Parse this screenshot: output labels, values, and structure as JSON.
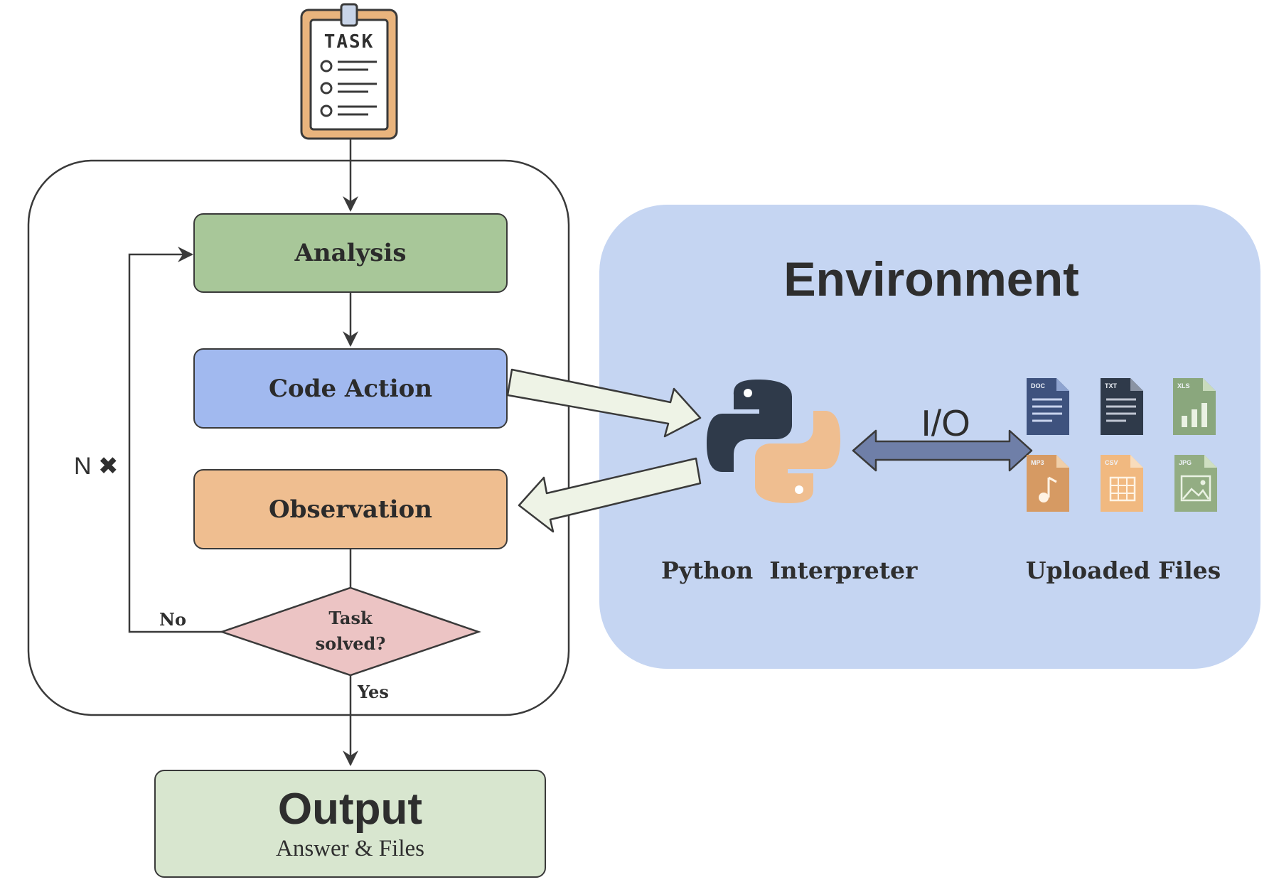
{
  "task_icon": {
    "label": "TASK"
  },
  "loop": {
    "analysis": "Analysis",
    "code_action": "Code Action",
    "observation": "Observation",
    "decision_line1": "Task",
    "decision_line2": "solved?",
    "no_label": "No",
    "yes_label": "Yes",
    "repeat_label": "N ✖"
  },
  "output": {
    "title": "Output",
    "subtitle": "Answer & Files"
  },
  "environment": {
    "title": "Environment",
    "io_label": "I/O",
    "interpreter_label": "Python  Interpreter",
    "files_label": "Uploaded Files",
    "file_icons": [
      "DOC",
      "TXT",
      "XLS",
      "MP3",
      "CSV",
      "JPG"
    ]
  },
  "colors": {
    "analysis": "#a8c799",
    "code_action": "#a1b9ef",
    "observation": "#efbe90",
    "decision": "#ecc4c4",
    "output": "#d8e6cf",
    "environment": "#c5d5f2",
    "arrow_fill": "#eef3e6"
  }
}
